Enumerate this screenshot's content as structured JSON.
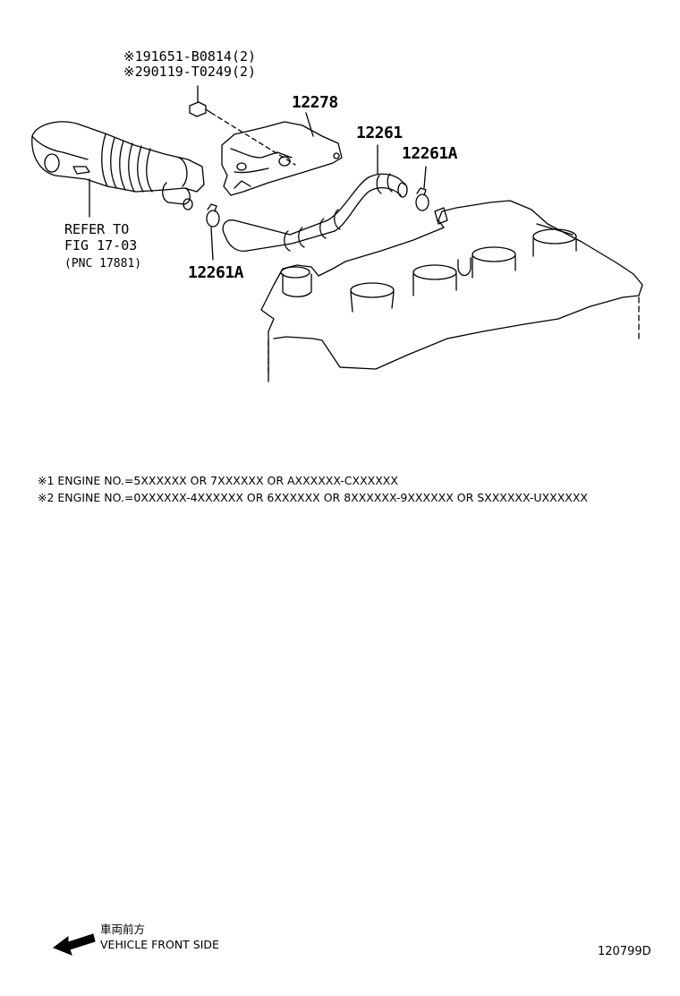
{
  "part_numbers": {
    "p1_prefix": "※1",
    "p1": "91651-B0814(2)",
    "p2_prefix": "※2",
    "p2": "90119-T0249(2)",
    "heat_insulator": "12278",
    "hose": "12261",
    "clamp_upper": "12261A",
    "clamp_lower": "12261A"
  },
  "reference": {
    "line1": "REFER TO",
    "line2": "FIG 17-03",
    "line3": "(PNC 17881)"
  },
  "notes": {
    "note1": "※1 ENGINE NO.=5XXXXXX OR 7XXXXXX OR AXXXXXX-CXXXXXX",
    "note2": "※2 ENGINE NO.=0XXXXXX-4XXXXXX OR 6XXXXXX OR 8XXXXXX-9XXXXXX OR SXXXXXX-UXXXXXX"
  },
  "direction": {
    "japanese": "車両前方",
    "english": "VEHICLE FRONT SIDE"
  },
  "figure_id": "120799D"
}
